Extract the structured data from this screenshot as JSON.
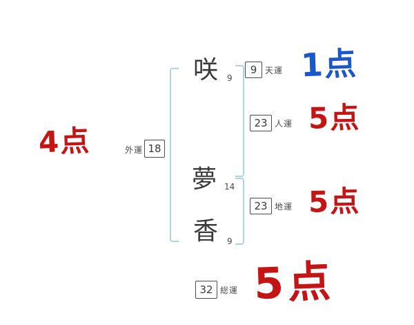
{
  "name_chars": {
    "first": {
      "glyph": "咲",
      "strokes": "9"
    },
    "middle": {
      "glyph": "夢",
      "strokes": "14"
    },
    "last": {
      "glyph": "香",
      "strokes": "9"
    }
  },
  "fortunes": {
    "ten": {
      "label": "天運",
      "value": "9",
      "score": "1点"
    },
    "jin": {
      "label": "人運",
      "value": "23",
      "score": "5点"
    },
    "gai": {
      "label": "外運",
      "value": "18",
      "score": "4点"
    },
    "chi": {
      "label": "地運",
      "value": "23",
      "score": "5点"
    },
    "sou": {
      "label": "総運",
      "value": "32",
      "score": "5点"
    }
  },
  "colors": {
    "score_red": "#c41414",
    "score_blue": "#1a57cc",
    "bracket_blue": "#a9d6ea",
    "ink": "#3a3a3a"
  }
}
